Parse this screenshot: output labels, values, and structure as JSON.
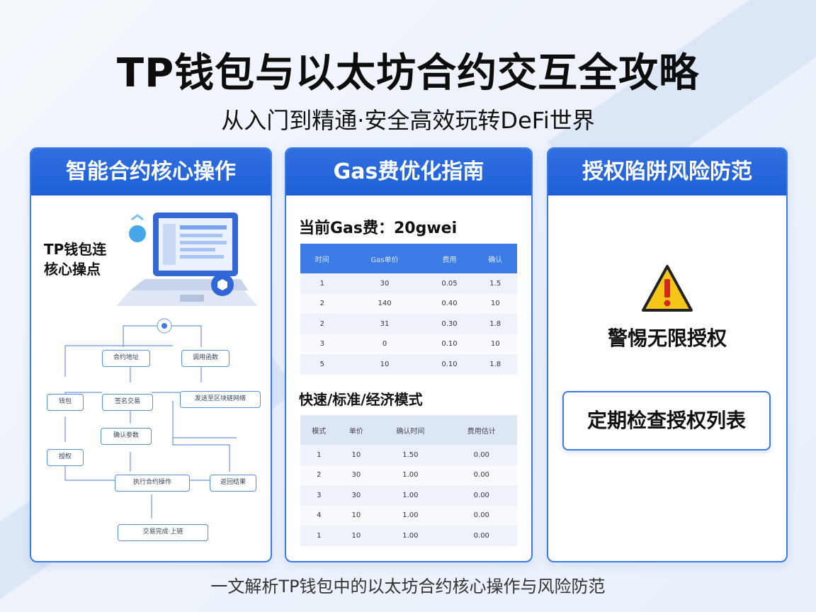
{
  "title": "TP钱包与以太坊合约交互全攻略",
  "subtitle": "从入门到精通·安全高效玩转DeFi世界",
  "cards": [
    {
      "header": "智能合约核心操作",
      "side_label_line1": "TP钱包连",
      "side_label_line2": "核心操点"
    },
    {
      "header": "Gas费优化指南",
      "gas_current": "当前Gas费：20gwei",
      "table1": {
        "headers": [
          "时间",
          "Gas单价",
          "费用",
          "确认"
        ],
        "rows": [
          [
            "1",
            "30",
            "0.05",
            "1.5"
          ],
          [
            "2",
            "140",
            "0.40",
            "10"
          ],
          [
            "2",
            "31",
            "0.30",
            "1.8"
          ],
          [
            "3",
            "0",
            "0.10",
            "10"
          ],
          [
            "5",
            "10",
            "0.10",
            "1.8"
          ]
        ]
      },
      "mode_label": "快速/标准/经济模式",
      "table2": {
        "headers": [
          "模式",
          "单价",
          "确认时间",
          "费用估计"
        ],
        "rows": [
          [
            "1",
            "10",
            "1.50",
            "0.00"
          ],
          [
            "2",
            "30",
            "1.00",
            "0.00"
          ],
          [
            "3",
            "30",
            "1.00",
            "0.00"
          ],
          [
            "4",
            "10",
            "1.00",
            "0.00"
          ],
          [
            "1",
            "10",
            "1.00",
            "0.00"
          ]
        ]
      }
    },
    {
      "header": "授权陷阱风险防范",
      "warning_text": "警惕无限授权",
      "button_label": "定期检查授权列表"
    }
  ],
  "footer": "一文解析TP钱包中的以太坊合约核心操作与风险防范",
  "colors": {
    "accent": "#2f6fe0",
    "warning": "#f5c518"
  }
}
